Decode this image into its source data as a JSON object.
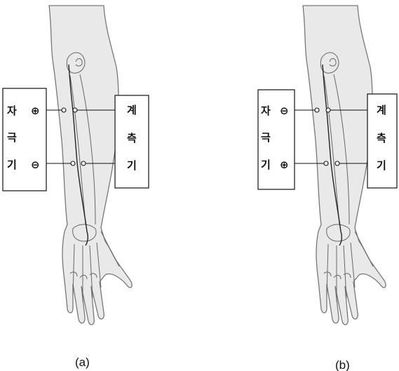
{
  "panels": [
    {
      "caption": "(a)",
      "stimulator_chars": [
        "자",
        "극",
        "기"
      ],
      "stimulator_top_sign": "⊕",
      "stimulator_bottom_sign": "⊖",
      "meter_chars": [
        "계",
        "측",
        "기"
      ]
    },
    {
      "caption": "(b)",
      "stimulator_chars": [
        "자",
        "극",
        "기"
      ],
      "stimulator_top_sign": "⊖",
      "stimulator_bottom_sign": "⊕",
      "meter_chars": [
        "계",
        "측",
        "기"
      ]
    }
  ]
}
